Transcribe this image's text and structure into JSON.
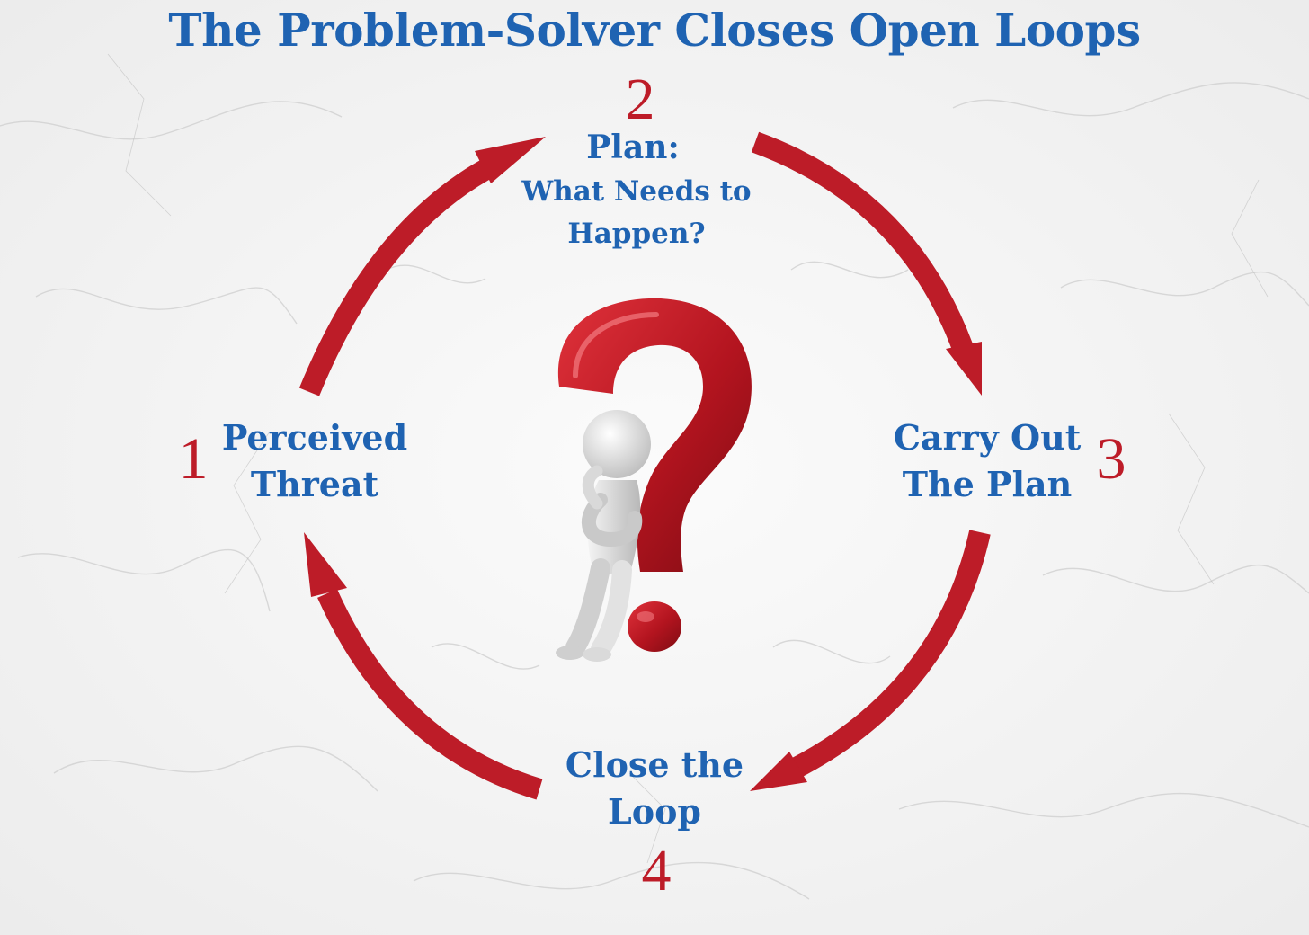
{
  "colors": {
    "text_blue": "#1f63b2",
    "accent_red": "#bd1c28",
    "figure_gray": "#dcdcdc"
  },
  "title": "The Problem-Solver Closes Open Loops",
  "steps": [
    {
      "number": "1",
      "lines": [
        "Perceived",
        "Threat"
      ]
    },
    {
      "number": "2",
      "lines": [
        "Plan:",
        "What Needs to",
        "Happen?"
      ]
    },
    {
      "number": "3",
      "lines": [
        "Carry Out",
        "The Plan"
      ]
    },
    {
      "number": "4",
      "lines": [
        "Close the",
        "Loop"
      ]
    }
  ],
  "center_icon": "thinking-figure-with-question-mark-icon"
}
